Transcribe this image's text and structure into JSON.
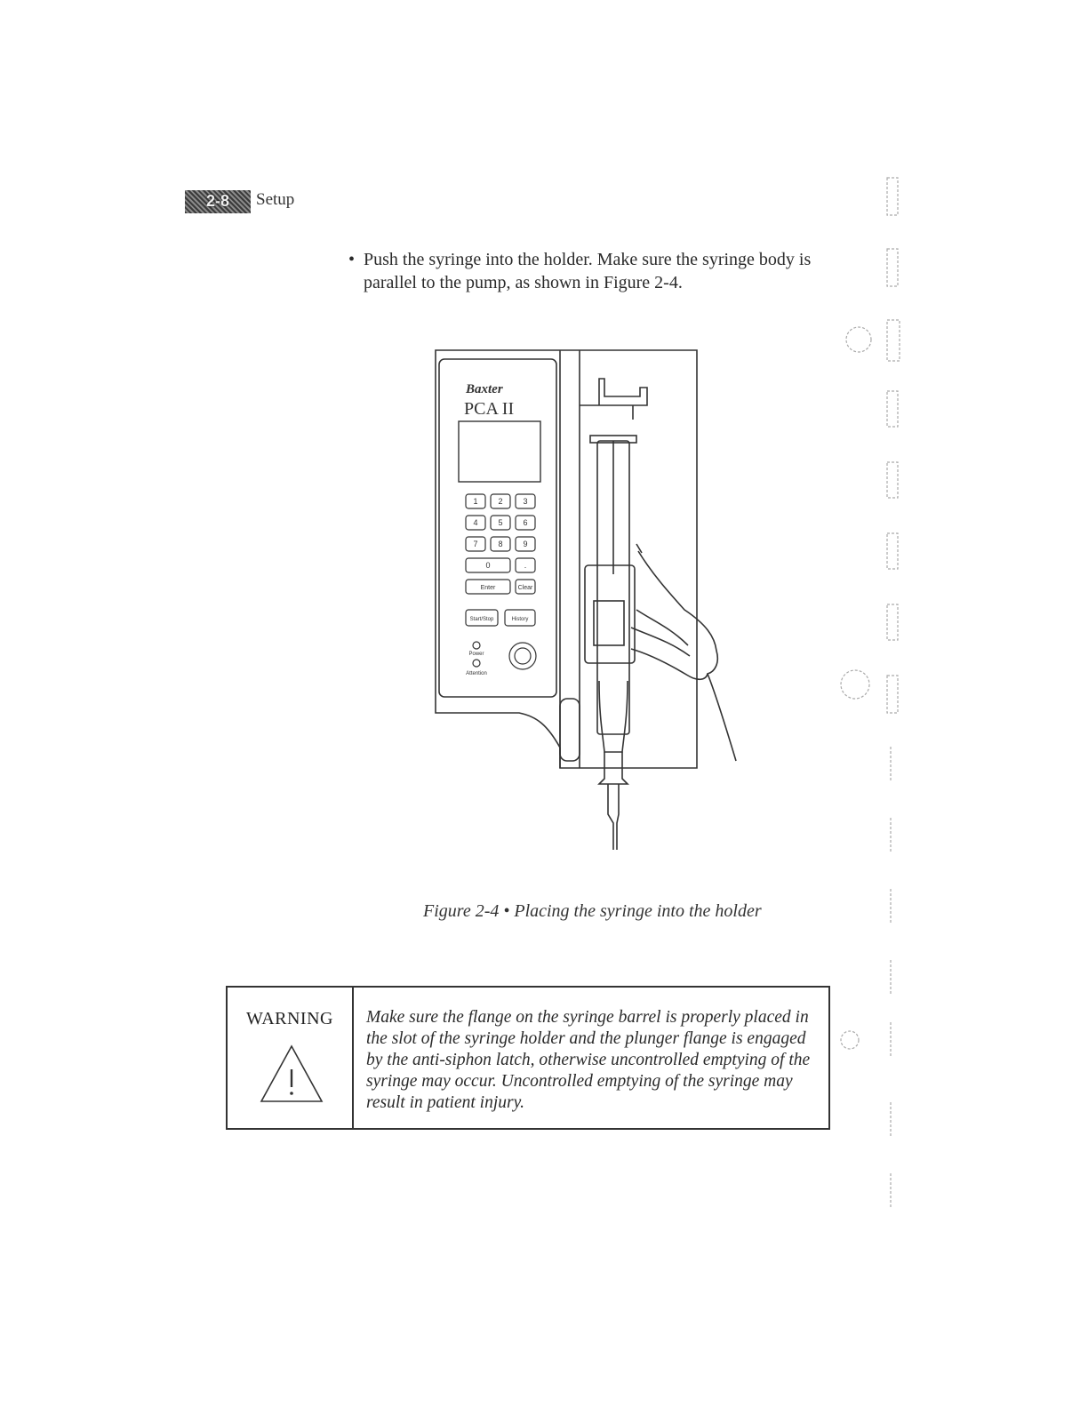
{
  "header": {
    "tab_number": "2-8",
    "section_title": "Setup"
  },
  "instruction": {
    "bullet": "•",
    "text": "Push the syringe into the holder.  Make sure the syringe body is parallel to the pump, as shown in Figure 2-4."
  },
  "pump": {
    "brand": "Baxter",
    "model": "PCA II",
    "keys": [
      "1",
      "2",
      "3",
      "4",
      "5",
      "6",
      "7",
      "8",
      "9",
      "0",
      "."
    ],
    "enter_label": "Enter",
    "clear_label": "Clear",
    "start_stop_label": "Start/Stop",
    "history_label": "History",
    "power_label": "Power",
    "attention_label": "Attention"
  },
  "figure": {
    "caption": "Figure 2-4 • Placing the syringe into the holder"
  },
  "warning": {
    "label": "WARNING",
    "icon": "warning-triangle-icon",
    "text": "Make sure the flange on the syringe barrel is properly placed in the slot of the syringe holder and the plunger flange is engaged by the anti-siphon latch, otherwise uncontrolled emptying of the syringe may occur.  Uncontrolled emptying of the syringe may result in patient injury."
  }
}
